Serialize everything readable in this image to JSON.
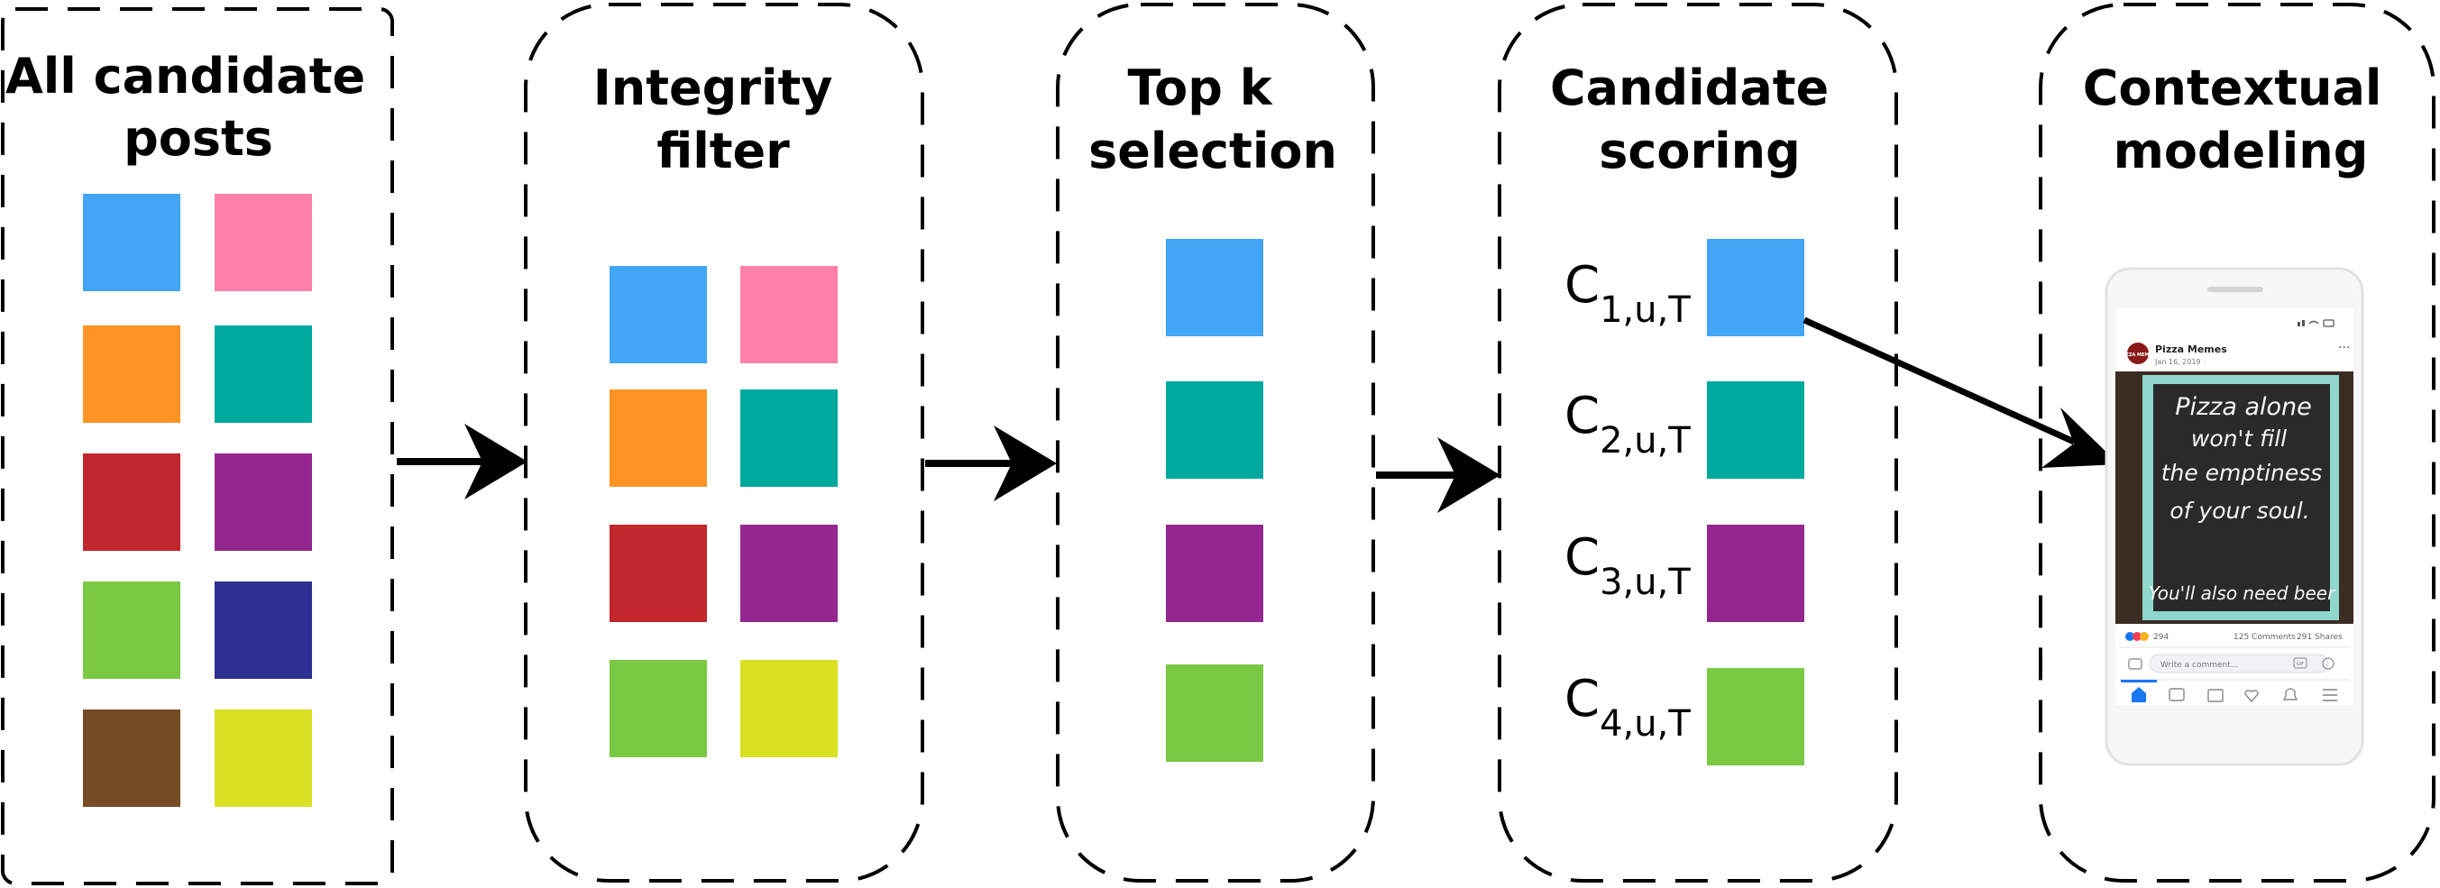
{
  "stages": [
    {
      "title_lines": [
        "All candidate",
        "posts"
      ]
    },
    {
      "title_lines": [
        "Integrity",
        "filter"
      ]
    },
    {
      "title_lines": [
        "Top k",
        "selection"
      ]
    },
    {
      "title_lines": [
        "Candidate",
        "scoring"
      ]
    },
    {
      "title_lines": [
        "Contextual",
        "modeling"
      ]
    }
  ],
  "colors": {
    "blue": "#42A5F5",
    "pink": "#FF80AB",
    "orange": "#FF9324",
    "teal": "#00A99D",
    "red": "#C1272D",
    "purple": "#93278F",
    "green": "#7AC943",
    "navy": "#2E3192",
    "brown": "#754C24",
    "yellow": "#D9E021"
  },
  "all_posts_colors": [
    "blue",
    "pink",
    "orange",
    "teal",
    "red",
    "purple",
    "green",
    "navy",
    "brown",
    "yellow"
  ],
  "filtered_colors": [
    "blue",
    "pink",
    "orange",
    "teal",
    "red",
    "purple",
    "green",
    "yellow"
  ],
  "topk_colors": [
    "blue",
    "teal",
    "purple",
    "green"
  ],
  "scores": [
    {
      "base": "C",
      "sub": "1,u,T",
      "color": "blue"
    },
    {
      "base": "C",
      "sub": "2,u,T",
      "color": "teal"
    },
    {
      "base": "C",
      "sub": "3,u,T",
      "color": "purple"
    },
    {
      "base": "C",
      "sub": "4,u,T",
      "color": "green"
    }
  ],
  "phone": {
    "page_name": "Pizza Memes",
    "date": "Jan 16, 2019 · ",
    "logo_text": "PIZZA MEMES",
    "post_lines": [
      "Pizza alone",
      "won't fill",
      "the emptiness",
      "of your soul."
    ],
    "post_footer": "You'll also need beer",
    "reaction_count": "294",
    "comments": "125 Comments",
    "shares": "291 Shares",
    "comment_placeholder": "Write a comment...",
    "gif_label": "GIF"
  }
}
